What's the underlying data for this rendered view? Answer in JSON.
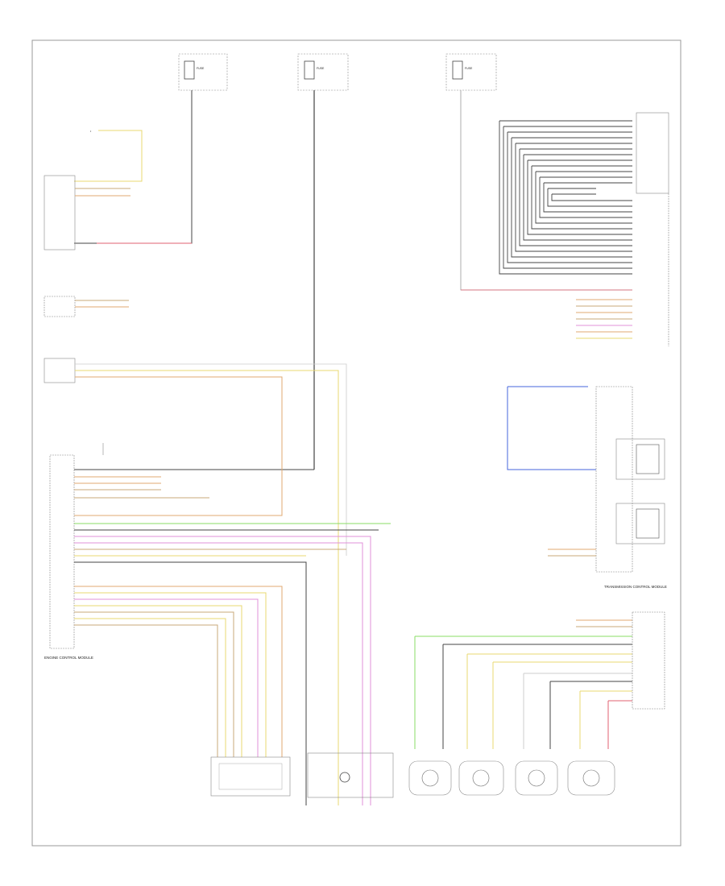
{
  "page": {
    "footer_code": ""
  },
  "fuses": [
    {
      "id": "fuse-1",
      "name": "FUSE",
      "amp": "",
      "desc": "",
      "hot_label": ""
    },
    {
      "id": "fuse-2",
      "name": "FUSE",
      "amp": "",
      "desc": "",
      "hot_label": ""
    },
    {
      "id": "fuse-3",
      "name": "FUSE",
      "amp": "",
      "desc": "",
      "hot_label": ""
    }
  ],
  "components": {
    "electrohydraulic_unit": {
      "title": ""
    },
    "ignition_module": {
      "title": ""
    },
    "brake_sensor": {
      "title": ""
    },
    "engine_control_module": {
      "title": "ENGINE CONTROL MODULE"
    },
    "steering_angle_sensor": {
      "title": ""
    },
    "yaw_rate_sensor": {
      "title": ""
    },
    "wheel_speed_sensors": [
      {
        "title": ""
      },
      {
        "title": ""
      },
      {
        "title": ""
      },
      {
        "title": ""
      }
    ],
    "abs_module": {
      "title": ""
    },
    "transmission_module": {
      "title": "TRANSMISSION CONTROL MODULE"
    },
    "right_module": {
      "title": ""
    }
  },
  "legend": {
    "lines": [
      "",
      "",
      ""
    ]
  },
  "wire_colors": {
    "yellow": "#e8d870",
    "pink": "#e090d8",
    "green": "#88dd66",
    "blue": "#4466dd",
    "red": "#e06070",
    "tan": "#c8a878",
    "orange": "#e0a870",
    "gray": "#444444"
  }
}
